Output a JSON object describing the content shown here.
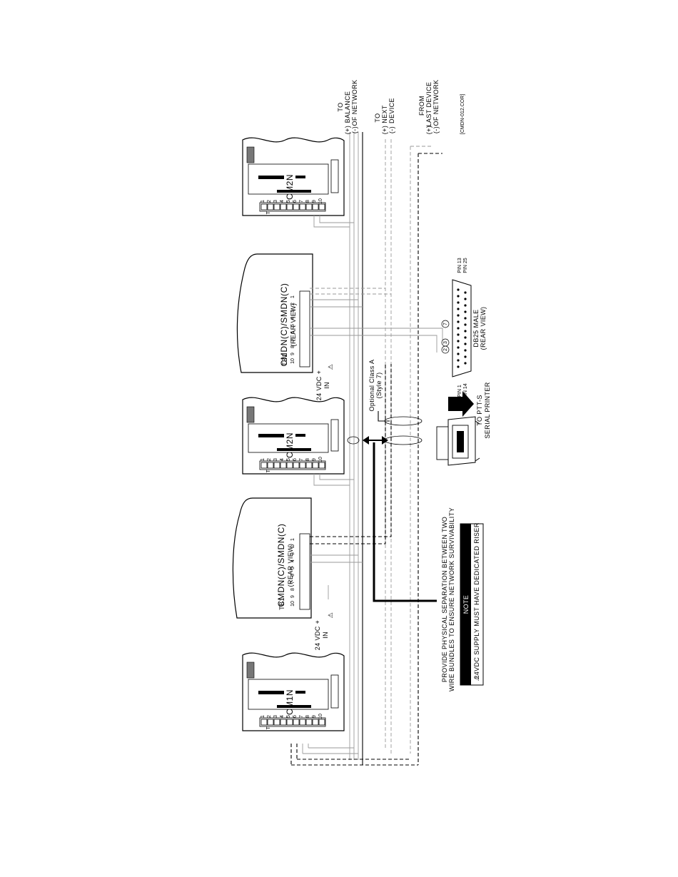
{
  "diagram": {
    "drawing_ref": "[CMDN-012.COR]",
    "modules": {
      "cm1n": {
        "label": "CM1N",
        "tb_label": "TB1"
      },
      "cm2n_a": {
        "label": "CM2N",
        "tb_label": "TB1"
      },
      "cm2n_b": {
        "label": "CM2N",
        "tb_label": "TB1"
      }
    },
    "cmdn": {
      "label": "CMDN(C)/SMDN(C)",
      "sub": "(REAR VIEW)",
      "tb_label": "TB1",
      "terminals": [
        "1",
        "2",
        "3",
        "4",
        "5",
        "6",
        "7",
        "8",
        "9",
        "10"
      ],
      "supply_line1": "24 VDC +",
      "supply_line2": "IN"
    },
    "cm_terminals": [
      "1",
      "2",
      "3",
      "4",
      "5",
      "6",
      "7",
      "8",
      "9",
      "10"
    ],
    "connections": {
      "balance": {
        "to": "TO",
        "plus": "(+)",
        "name": "BALANCE",
        "minus": "(-)",
        "name2": "OF NETWORK"
      },
      "next": {
        "to": "TO",
        "plus": "(+)",
        "name": "NEXT",
        "minus": "(-)",
        "name2": "DEVICE"
      },
      "last": {
        "to": "FROM",
        "plus": "(+)",
        "name": "LAST DEVICE",
        "minus": "(-)",
        "name2": "OF NETWORK"
      }
    },
    "optional": {
      "line1": "Optional Class A",
      "line2": "(Style 7)"
    },
    "db25": {
      "label1": "DB25 MALE",
      "label2": "(REAR VIEW)",
      "pin1": "PIN 1",
      "pin13": "PIN 13",
      "pin14": "PIN 14",
      "pin25": "PIN 25",
      "marker_7": "7",
      "marker_2": "2",
      "marker_3": "3"
    },
    "printer": {
      "line1": "TO PTT-S",
      "line2": "SERIAL PRINTER"
    },
    "separation": {
      "line1": "PROVIDE PHYSICAL SEPARATION BETWEEN TWO",
      "line2": "WIRE BUNDLES TO ENSURE NETWORK SURVIVABILITY"
    },
    "note": {
      "title": "NOTE",
      "text": "24VDC SUPPLY MUST HAVE DEDICATED RISER"
    }
  }
}
